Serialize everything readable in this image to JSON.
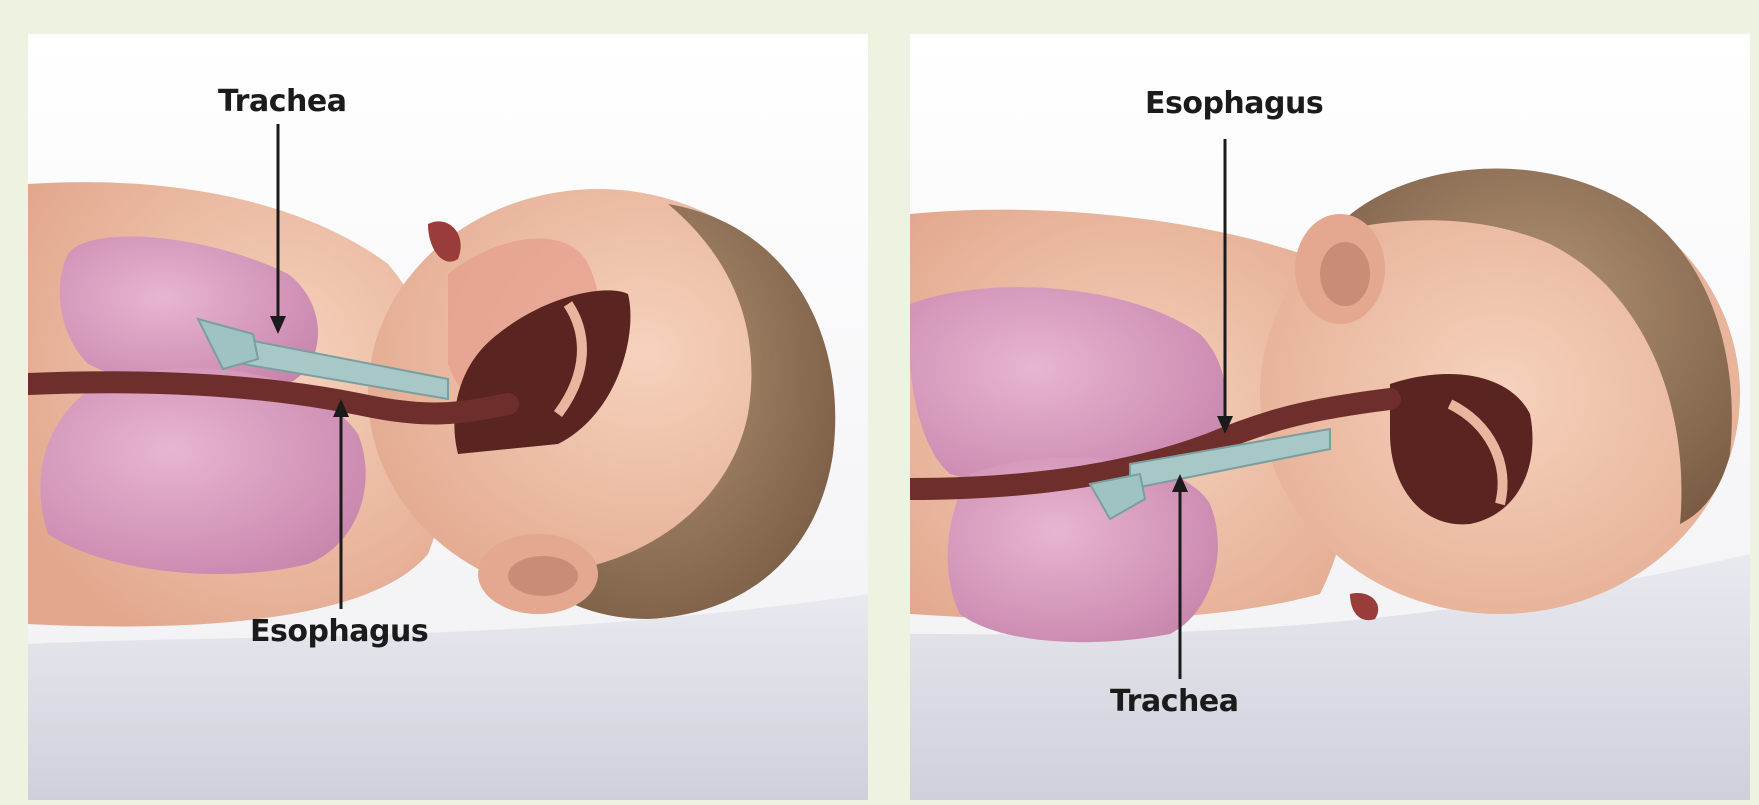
{
  "panels": {
    "left": {
      "top_label": "Trachea",
      "bottom_label": "Esophagus"
    },
    "right": {
      "top_label": "Esophagus",
      "bottom_label": "Trachea"
    }
  },
  "colors": {
    "background": "#eef3e1",
    "skin": "#efc3a8",
    "lung": "#d79bbd",
    "esophagus": "#6e2f2c",
    "trachea": "#a8c8c8",
    "hair": "#8e7258",
    "sheet": "#dcdde6"
  }
}
